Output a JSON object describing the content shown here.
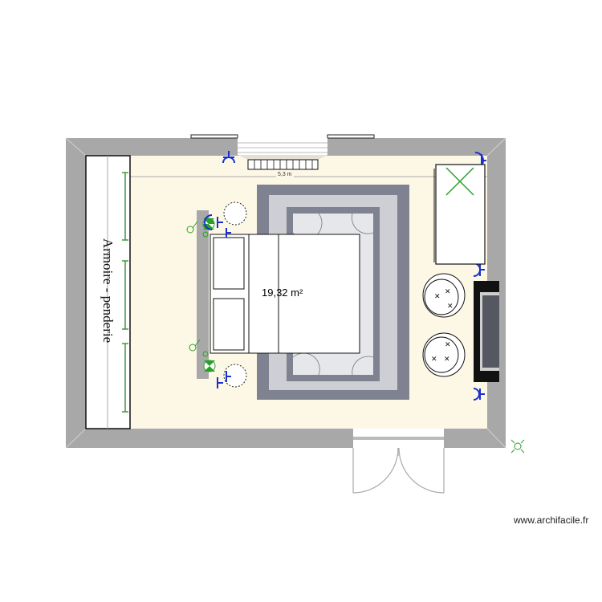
{
  "plan": {
    "room_area": "19,32 m²",
    "dimension": "5,3 m",
    "wardrobe_label": "Armoire - penderie",
    "watermark": "www.archifacile.fr"
  },
  "colors": {
    "wall": "#a8a8a8",
    "floor": "#fdf8e6",
    "rug_dark": "#7f8290",
    "rug_light": "#cdcfd4",
    "rug_center": "#e6e7ea",
    "electric_blue": "#1a2fd0",
    "electric_green": "#2aa02a",
    "tv_black": "#111111"
  },
  "elements": [
    {
      "type": "wall",
      "label": "room-walls"
    },
    {
      "type": "window",
      "label": "top-window"
    },
    {
      "type": "radiator",
      "label": "radiator"
    },
    {
      "type": "wardrobe",
      "label": "Armoire - penderie"
    },
    {
      "type": "rug",
      "label": "rug"
    },
    {
      "type": "bed",
      "label": "double-bed"
    },
    {
      "type": "nightstand",
      "count": 2
    },
    {
      "type": "desk",
      "label": "desk-with-cross"
    },
    {
      "type": "armchair",
      "count": 2
    },
    {
      "type": "tv",
      "label": "tv-unit"
    },
    {
      "type": "door",
      "label": "double-door"
    }
  ]
}
